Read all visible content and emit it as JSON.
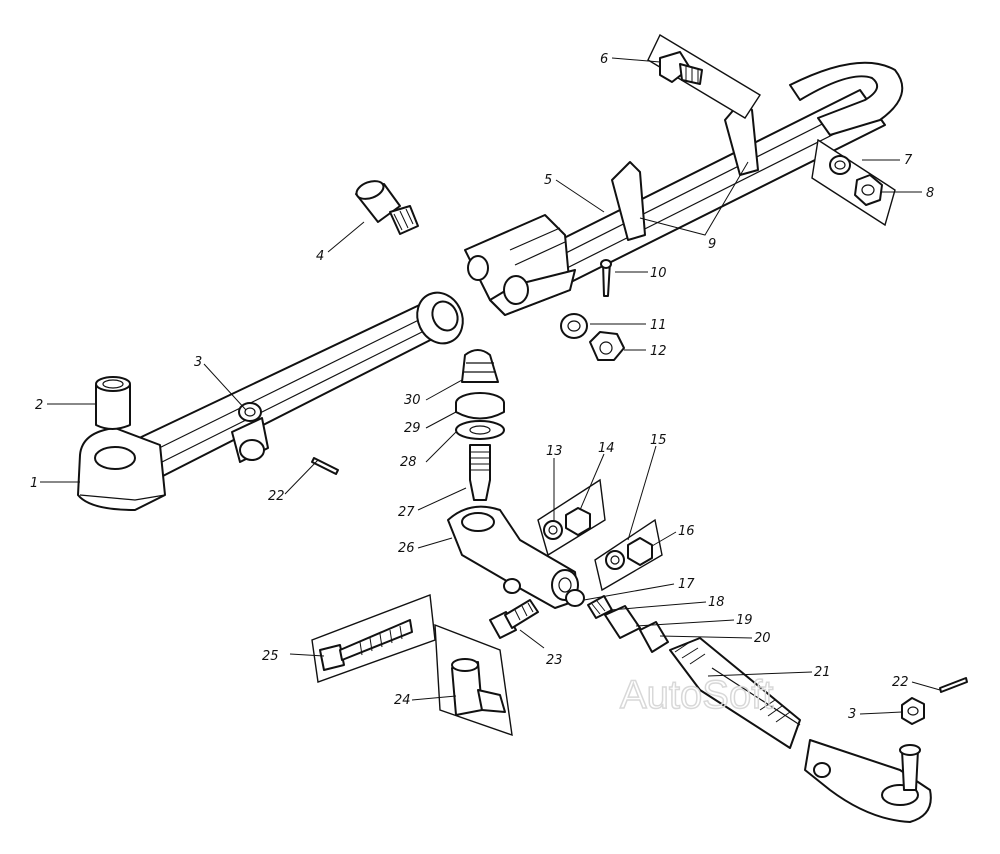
{
  "watermark": "AutoSoft",
  "callouts": [
    {
      "id": "c1",
      "text": "1"
    },
    {
      "id": "c2",
      "text": "2"
    },
    {
      "id": "c3a",
      "text": "3"
    },
    {
      "id": "c3b",
      "text": "3"
    },
    {
      "id": "c4",
      "text": "4"
    },
    {
      "id": "c5",
      "text": "5"
    },
    {
      "id": "c6",
      "text": "6"
    },
    {
      "id": "c7",
      "text": "7"
    },
    {
      "id": "c8",
      "text": "8"
    },
    {
      "id": "c9",
      "text": "9"
    },
    {
      "id": "c10",
      "text": "10"
    },
    {
      "id": "c11",
      "text": "11"
    },
    {
      "id": "c12",
      "text": "12"
    },
    {
      "id": "c13",
      "text": "13"
    },
    {
      "id": "c14",
      "text": "14"
    },
    {
      "id": "c15",
      "text": "15"
    },
    {
      "id": "c16",
      "text": "16"
    },
    {
      "id": "c17",
      "text": "17"
    },
    {
      "id": "c18",
      "text": "18"
    },
    {
      "id": "c19",
      "text": "19"
    },
    {
      "id": "c20",
      "text": "20"
    },
    {
      "id": "c21",
      "text": "21"
    },
    {
      "id": "c22a",
      "text": "22"
    },
    {
      "id": "c22b",
      "text": "22"
    },
    {
      "id": "c23",
      "text": "23"
    },
    {
      "id": "c24",
      "text": "24"
    },
    {
      "id": "c25",
      "text": "25"
    },
    {
      "id": "c26",
      "text": "26"
    },
    {
      "id": "c27",
      "text": "27"
    },
    {
      "id": "c28",
      "text": "28"
    },
    {
      "id": "c29",
      "text": "29"
    },
    {
      "id": "c30",
      "text": "30"
    }
  ]
}
